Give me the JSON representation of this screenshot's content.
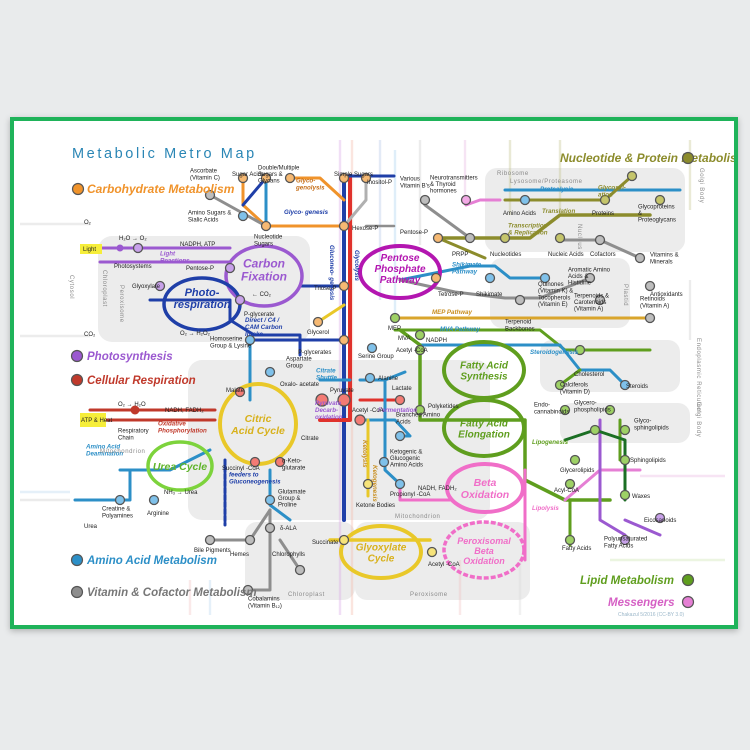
{
  "title": "Metabolic Metro Map",
  "colors": {
    "border": "#1fb35a",
    "carbohydrate": "#f0932b",
    "nucleotide_protein": "#8c8c2c",
    "photosynthesis": "#9b59d0",
    "respiration": "#c0392b",
    "amino_acid": "#2c8fc7",
    "vitamin": "#8e8e8e",
    "lipid": "#5f9e1e",
    "messengers": "#e57fd4",
    "glyco_blue": "#1f3fa8",
    "red_line": "#e0322c",
    "pentose": "#b316b0",
    "yellow": "#e9c829",
    "pink": "#f06ec8"
  },
  "legend": {
    "carbohydrate": "Carbohydrate Metabolism",
    "nucleotide_protein": "Nucleotide & Protein Metabolism",
    "photosynthesis": "Photosynthesis",
    "respiration": "Cellular Respiration",
    "amino_acid": "Amino Acid Metabolism",
    "vitamin": "Vitamin & Cofactor Metabolism",
    "lipid": "Lipid Metabolism",
    "messengers": "Messengers"
  },
  "cycles": {
    "carbon_fixation": "Carbon Fixation",
    "photorespiration": "Photo- respiration",
    "pentose_phosphate": "Pentose Phosphate Pathway",
    "citric_acid": "Citric Acid Cycle",
    "urea": "Urea Cycle",
    "fatty_synthesis": "Fatty Acid Synthesis",
    "fatty_elongation": "Fatty Acid Elongation",
    "beta_oxidation": "Beta Oxidation",
    "peroxisomal": "Peroxisomal Beta Oxidation",
    "glyoxylate": "Glyoxylate Cycle"
  },
  "pathways": {
    "glycogenolysis": "Glyco- genolysis",
    "glycogenesis": "Glyco- genesis",
    "glycolysis": "Glycolysis",
    "gluconeogenesis": "Gluconeo- genesis",
    "light_reactions": "Light Reactions",
    "proteolysis": "Proteolysis",
    "glycosylation": "Glycosyl- ation",
    "translation": "Translation",
    "transcription": "Transcription & Replication",
    "shikimate": "Shikimate Pathway",
    "mep": "MEP Pathway",
    "mva": "MVA Pathway",
    "steroidogenesis": "Steroidogenesis",
    "c4_cam": "Direct / C4 / CAM Carbon Intake",
    "citrate_shuttle": "Citrate Shuttle",
    "pyruvate_decarb": "Pyruvate Decarb- oxidation",
    "fermentation": "Fermentation",
    "oxphos": "Oxidative Phosphorylation",
    "aa_deamination": "Amino Acid Deamination",
    "ketolysis": "Ketolysis",
    "ketogenesis": "Ketogenesis",
    "feeders": "feeders to Gluconeogenesis",
    "lipogenesis": "Lipogenesis",
    "lipolysis": "Lipolysis"
  },
  "regions": {
    "cytosol": "Cytosol",
    "chloroplast_top": "Chloroplast",
    "peroxisome_top": "Peroxisome",
    "mitochondrion_left": "Mitochondrion",
    "mitochondrion_mid": "Mitochondrion",
    "chloroplast_bottom": "Chloroplast",
    "peroxisome_bottom": "Peroxisome",
    "ribosome": "Ribosome",
    "lysosome": "Lysosome/Proteasome",
    "nucleus": "Nucleus",
    "plastid": "Plastid",
    "golgi_top": "Golgi Body",
    "er": "Endoplasmic Reticulum",
    "golgi_mid": "Golgi Body"
  },
  "nodes": {
    "ascorbate": "Ascorbate (Vitamin C)",
    "sugar_acids": "Sugar Acids",
    "double_sugars": "Double/Multiple Sugars & Glycans",
    "simple_sugars": "Simple Sugars",
    "inositol": "Inositol-P",
    "various_vitb": "Various Vitamin B's",
    "neurotransmitters": "Neurotransmitters & Thyroid hormones",
    "amino_sugars": "Amino Sugars & Sialic Acids",
    "nucleotide_sugars": "Nucleotide Sugars",
    "hexose_p": "Hexose-P",
    "pentose_p_top": "Pentose-P",
    "prpp": "PRPP",
    "nucleotides": "Nucleotides",
    "nucleic_acids": "Nucleic Acids",
    "cofactors": "Cofactors",
    "vitamins_minerals": "Vitamins & Minerals",
    "amino_acids_n": "Amino Acids",
    "proteins": "Proteins",
    "glycoproteins": "Glycoproteins & Proteoglycans",
    "o2_top": "O₂",
    "light": "Light",
    "h2o_o2": "H₂O → O₂",
    "nadph_atp": "NADPH, ATP",
    "photosystems": "Photosystems",
    "pentose_p_cf": "Pentose-P",
    "glyoxylate": "Glyoxylate",
    "co2_cf": "← CO₂",
    "p_glycerate_pr": "P-glycerate",
    "o2_h2o2": "O₂ → H₂O₂",
    "co2_left": "CO₂",
    "triose_p": "Triose-P",
    "glycerol": "Glycerol",
    "tetrose_p": "Tetrose-P",
    "shikimate": "Shikimate",
    "aromatic_aa": "Aromatic Amino Acids & Histidine",
    "quinones": "Quinones (Vitamin K) & Tocopherols (Vitamin E)",
    "antioxidants": "Antioxidants",
    "terpenoid_backbones": "Terpenoid Backbones",
    "terpenoids": "Terpenoids & Carotenoids (Vitamin A)",
    "retinoids": "Retinoids (Vitamin A)",
    "mep": "MEP",
    "mva": "MVA",
    "acetyl_coa_top": "Acetyl -CoA",
    "nadph": "NADPH",
    "homoserine": "Homoserine Group & Lysine",
    "p_glycerates": "P-glycerates",
    "serine_group": "Serine Group",
    "cholesterol": "Cholesterol",
    "calciferols": "Calciferols (Vitamin D)",
    "steroids": "Steroids",
    "aspartate": "Aspartate Group",
    "oxaloacetate": "Oxalo- acetate",
    "malate": "Malate",
    "alanine": "Alanine",
    "lactate": "Lactate",
    "citrate": "Citrate",
    "pyruvate": "Pyruvate",
    "acetyl_coa_mid": "Acetyl -CoA",
    "branched_aa": "Branched Amino Acids",
    "polyketides": "Polyketides",
    "o2_h2o": "O₂ → H₂O",
    "nadh_fadh_left": "NADH, FADH₂",
    "atp_heat": "ATP & Heat",
    "resp_chain": "Respiratory Chain",
    "succinyl_coa": "Succinyl -CoA",
    "akg": "α-Keto- glutarate",
    "ketogenic_aa": "Ketogenic & Glucogenic Amino Acids",
    "ketone_bodies": "Ketone Bodies",
    "propionyl_coa": "Propionyl -CoA",
    "nadh_fadh_beta": "NADH, FADH₂",
    "endocannabinoids": "Endo- cannabinoids",
    "glycerophospholipids": "Glycero- phospholipids",
    "glycosphingolipids": "Glyco- sphingolipids",
    "glycerolipids": "Glycerolipids",
    "sphingolipids": "Sphingolipids",
    "acyl_coa": "Acyl-CoA",
    "waxes": "Waxes",
    "eicosanoids": "Eicosanoids",
    "fatty_acids": "Fatty Acids",
    "pufa": "Polyunsaturated Fatty Acids",
    "nh3_urea": "NH₃ → Urea",
    "creatine": "Creatine & Polyamines",
    "arginine": "Arginine",
    "urea": "Urea",
    "glutamate": "Glutamate Group & Proline",
    "d_ala": "δ-ALA",
    "bile_pigments": "Bile Pigments",
    "hemes": "Hemes",
    "chlorophylls": "Chlorophylls",
    "succinate": "Succinate",
    "acetyl_coa_bottom": "Acetyl -CoA",
    "cobalamins": "Cobalamins (Vitamin B₁₂)"
  },
  "credit": "Chakazul 5/2016 (CC-BY 3.0)"
}
